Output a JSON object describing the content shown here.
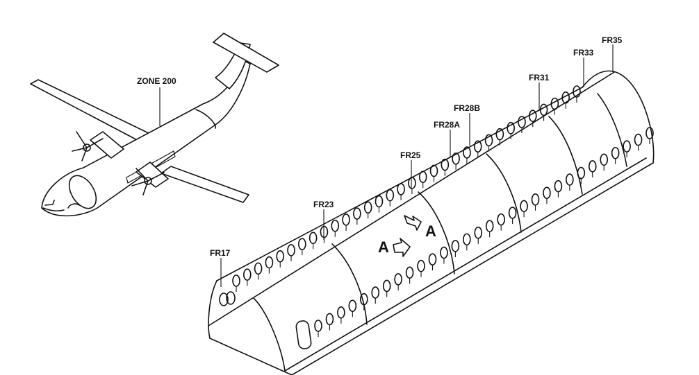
{
  "aircraft": {
    "zone_label": "ZONE 200"
  },
  "fuselage": {
    "frames": [
      {
        "id": "fr17",
        "label": "FR17"
      },
      {
        "id": "fr23",
        "label": "FR23"
      },
      {
        "id": "fr25",
        "label": "FR25"
      },
      {
        "id": "fr28a",
        "label": "FR28A"
      },
      {
        "id": "fr28b",
        "label": "FR28B"
      },
      {
        "id": "fr31",
        "label": "FR31"
      },
      {
        "id": "fr33",
        "label": "FR33"
      },
      {
        "id": "fr35",
        "label": "FR35"
      }
    ],
    "view_marker": "A"
  }
}
